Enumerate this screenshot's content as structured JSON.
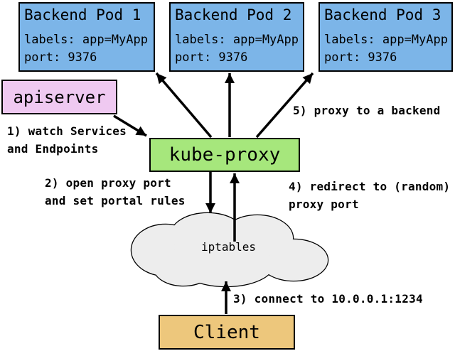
{
  "diagram": {
    "pods": [
      {
        "title": "Backend Pod 1",
        "labels_line": "labels: app=MyApp",
        "port_line": "port: 9376"
      },
      {
        "title": "Backend Pod 2",
        "labels_line": "labels: app=MyApp",
        "port_line": "port: 9376"
      },
      {
        "title": "Backend Pod 3",
        "labels_line": "labels: app=MyApp",
        "port_line": "port: 9376"
      }
    ],
    "apiserver_label": "apiserver",
    "kube_proxy_label": "kube-proxy",
    "iptables_label": "iptables",
    "client_label": "Client",
    "steps": {
      "step1": "1) watch Services\nand Endpoints",
      "step2": "2) open proxy port\nand set portal rules",
      "step3": "3) connect to 10.0.0.1:1234",
      "step4": "4) redirect to (random)\nproxy port",
      "step5": "5) proxy to a backend"
    },
    "colors": {
      "pod_fill": "#7CB5E8",
      "apiserver_fill": "#EFC9F1",
      "kube_proxy_fill": "#A6E77C",
      "client_fill": "#EDC77C",
      "cloud_fill": "#EDEDED",
      "line": "#000000"
    }
  }
}
